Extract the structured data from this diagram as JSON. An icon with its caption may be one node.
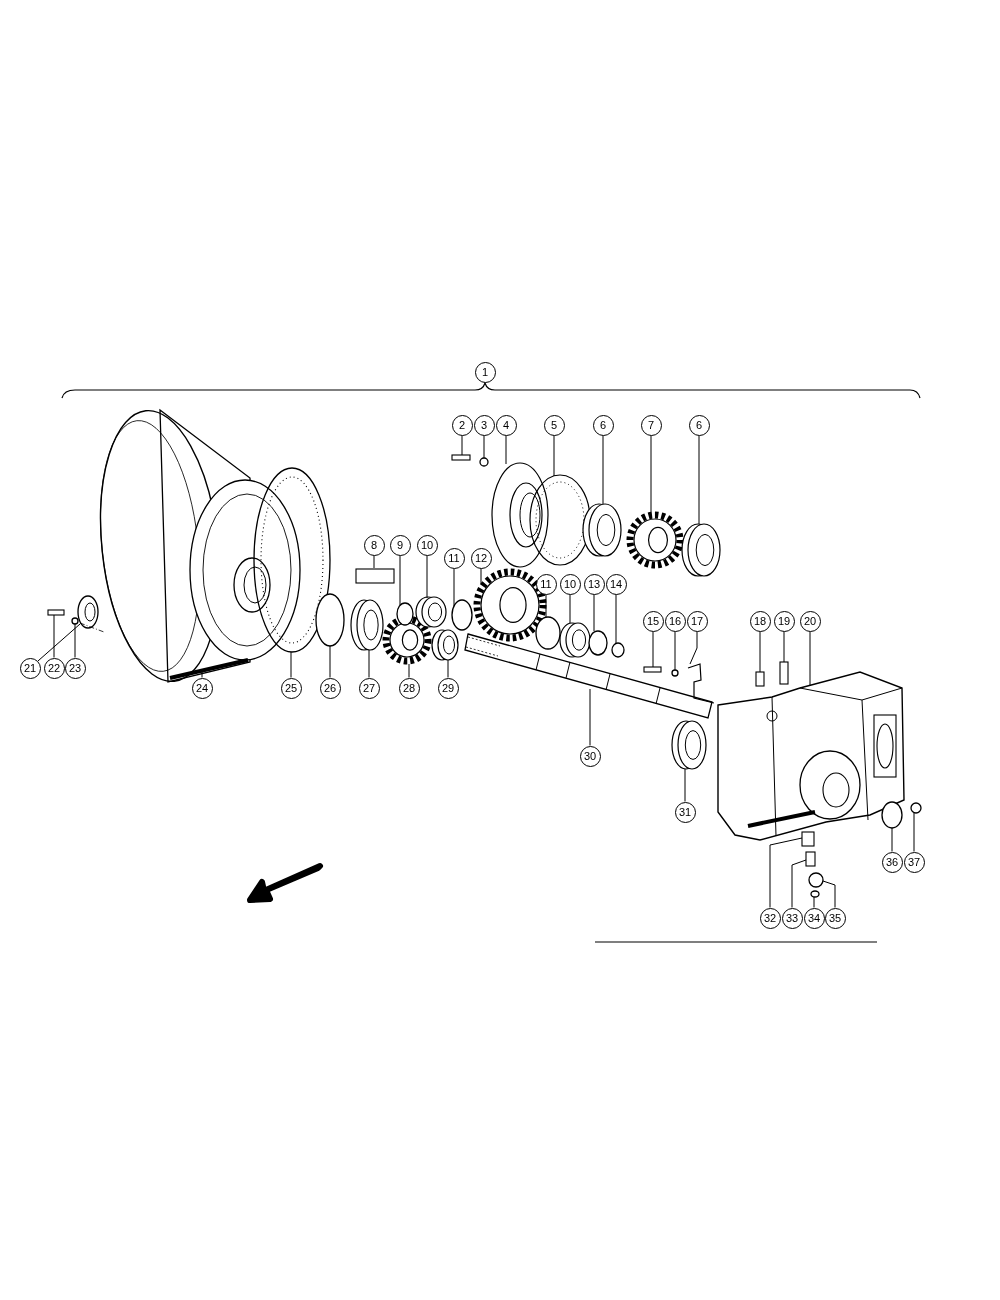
{
  "diagram": {
    "nodes": [
      {
        "text": [
          "1"
        ]
      },
      {
        "text": [
          "2"
        ]
      },
      {
        "text": [
          "3"
        ]
      },
      {
        "text": [
          "4"
        ]
      },
      {
        "text": [
          "5"
        ]
      },
      {
        "text": [
          "6"
        ]
      },
      {
        "text": [
          "7"
        ]
      },
      {
        "text": [
          "6"
        ]
      },
      {
        "text": [
          "8"
        ]
      },
      {
        "text": [
          "9"
        ]
      },
      {
        "text": [
          "10"
        ]
      },
      {
        "text": [
          "11"
        ]
      },
      {
        "text": [
          "12"
        ]
      },
      {
        "text": [
          "11"
        ]
      },
      {
        "text": [
          "10"
        ]
      },
      {
        "text": [
          "13"
        ]
      },
      {
        "text": [
          "14"
        ]
      },
      {
        "text": [
          "15"
        ]
      },
      {
        "text": [
          "16"
        ]
      },
      {
        "text": [
          "17"
        ]
      },
      {
        "text": [
          "18"
        ]
      },
      {
        "text": [
          "19"
        ]
      },
      {
        "text": [
          "20"
        ]
      },
      {
        "text": [
          "21"
        ]
      },
      {
        "text": [
          "22"
        ]
      },
      {
        "text": [
          "23"
        ]
      },
      {
        "text": [
          "24"
        ]
      },
      {
        "text": [
          "25"
        ]
      },
      {
        "text": [
          "26"
        ]
      },
      {
        "text": [
          "27"
        ]
      },
      {
        "text": [
          "28"
        ]
      },
      {
        "text": [
          "29"
        ]
      },
      {
        "text": [
          "30"
        ]
      },
      {
        "text": [
          "31"
        ]
      },
      {
        "text": [
          "36"
        ]
      },
      {
        "text": [
          "37"
        ]
      },
      {
        "text": [
          "32"
        ]
      },
      {
        "text": [
          "33"
        ]
      },
      {
        "text": [
          "34"
        ]
      },
      {
        "text": [
          "35"
        ]
      },
      {
        "text": [],
        "shape": "box"
      },
      {
        "text": [],
        "shape": "circle"
      },
      {
        "text": [],
        "shape": "picture"
      },
      {
        "text": [],
        "shape": "picture"
      },
      {
        "text": [],
        "shape": "picture"
      },
      {
        "text": [],
        "shape": "picture"
      },
      {
        "text": [],
        "shape": "picture"
      },
      {
        "text": [],
        "shape": "box"
      },
      {
        "text": [],
        "shape": "circle"
      },
      {
        "text": [],
        "shape": "picture"
      },
      {
        "text": [],
        "shape": "circle"
      },
      {
        "text": [],
        "shape": "picture"
      },
      {
        "text": [],
        "shape": "circle"
      },
      {
        "text": [],
        "shape": "picture"
      },
      {
        "text": [],
        "shape": "circle"
      },
      {
        "text": [],
        "shape": "circle"
      },
      {
        "text": [],
        "shape": "box"
      },
      {
        "text": [],
        "shape": "circle"
      },
      {
        "text": [],
        "shape": "picture"
      },
      {
        "text": [],
        "shape": "box"
      },
      {
        "text": [],
        "shape": "box"
      },
      {
        "text": [],
        "shape": "picture"
      },
      {
        "text": [],
        "shape": "picture"
      },
      {
        "text": [],
        "shape": "box"
      },
      {
        "text": [],
        "shape": "circle"
      },
      {
        "text": [],
        "shape": "picture"
      },
      {
        "text": [],
        "shape": "picture"
      },
      {
        "text": [],
        "shape": "circle"
      },
      {
        "text": [],
        "shape": "picture"
      },
      {
        "text": [],
        "shape": "picture"
      },
      {
        "text": [],
        "shape": "picture"
      },
      {
        "text": [],
        "shape": "picture"
      },
      {
        "text": [],
        "shape": "picture"
      },
      {
        "text": [],
        "shape": "circle"
      },
      {
        "text": [],
        "shape": "circle"
      },
      {
        "text": [],
        "shape": "box"
      },
      {
        "text": [],
        "shape": "box"
      },
      {
        "text": [],
        "shape": "circle"
      },
      {
        "text": [],
        "shape": "circle"
      }
    ],
    "edges": [
      {
        "from": 1,
        "to": 40,
        "arrow": "none"
      },
      {
        "from": 2,
        "to": 41,
        "arrow": "none"
      },
      {
        "from": 3,
        "to": 42,
        "arrow": "none"
      },
      {
        "from": 4,
        "to": 43,
        "arrow": "none"
      },
      {
        "from": 5,
        "to": 44,
        "arrow": "none"
      },
      {
        "from": 6,
        "to": 45,
        "arrow": "none"
      },
      {
        "from": 7,
        "to": 46,
        "arrow": "none"
      },
      {
        "from": 8,
        "to": 47,
        "arrow": "none"
      },
      {
        "from": 9,
        "to": 48,
        "arrow": "none"
      },
      {
        "from": 10,
        "to": 49,
        "arrow": "none"
      },
      {
        "from": 11,
        "to": 50,
        "arrow": "none"
      },
      {
        "from": 12,
        "to": 51,
        "arrow": "none"
      },
      {
        "from": 13,
        "to": 52,
        "arrow": "none"
      },
      {
        "from": 14,
        "to": 53,
        "arrow": "none"
      },
      {
        "from": 15,
        "to": 54,
        "arrow": "none"
      },
      {
        "from": 16,
        "to": 55,
        "arrow": "none"
      },
      {
        "from": 17,
        "to": 56,
        "arrow": "none"
      },
      {
        "from": 18,
        "to": 57,
        "arrow": "none"
      },
      {
        "from": 19,
        "to": 58,
        "arrow": "none"
      },
      {
        "from": 20,
        "to": 59,
        "arrow": "none"
      },
      {
        "from": 21,
        "to": 60,
        "arrow": "none"
      },
      {
        "from": 22,
        "to": 61,
        "arrow": "none"
      },
      {
        "from": 23,
        "to": 62,
        "arrow": "none"
      },
      {
        "from": 24,
        "to": 63,
        "arrow": "none"
      },
      {
        "from": 25,
        "to": 64,
        "arrow": "none"
      },
      {
        "from": 26,
        "to": 65,
        "arrow": "none"
      },
      {
        "from": 27,
        "to": 66,
        "arrow": "none"
      },
      {
        "from": 28,
        "to": 67,
        "arrow": "none"
      },
      {
        "from": 29,
        "to": 68,
        "arrow": "none"
      },
      {
        "from": 30,
        "to": 69,
        "arrow": "none"
      },
      {
        "from": 31,
        "to": 70,
        "arrow": "none"
      },
      {
        "from": 32,
        "to": 71,
        "arrow": "none"
      },
      {
        "from": 33,
        "to": 72,
        "arrow": "none"
      },
      {
        "from": 34,
        "to": 73,
        "arrow": "none"
      },
      {
        "from": 35,
        "to": 74,
        "arrow": "none"
      },
      {
        "from": 36,
        "to": 75,
        "arrow": "none"
      },
      {
        "from": 37,
        "to": 76,
        "arrow": "none"
      },
      {
        "from": 38,
        "to": 77,
        "arrow": "none"
      },
      {
        "from": 39,
        "to": 78,
        "arrow": "none"
      }
    ]
  }
}
